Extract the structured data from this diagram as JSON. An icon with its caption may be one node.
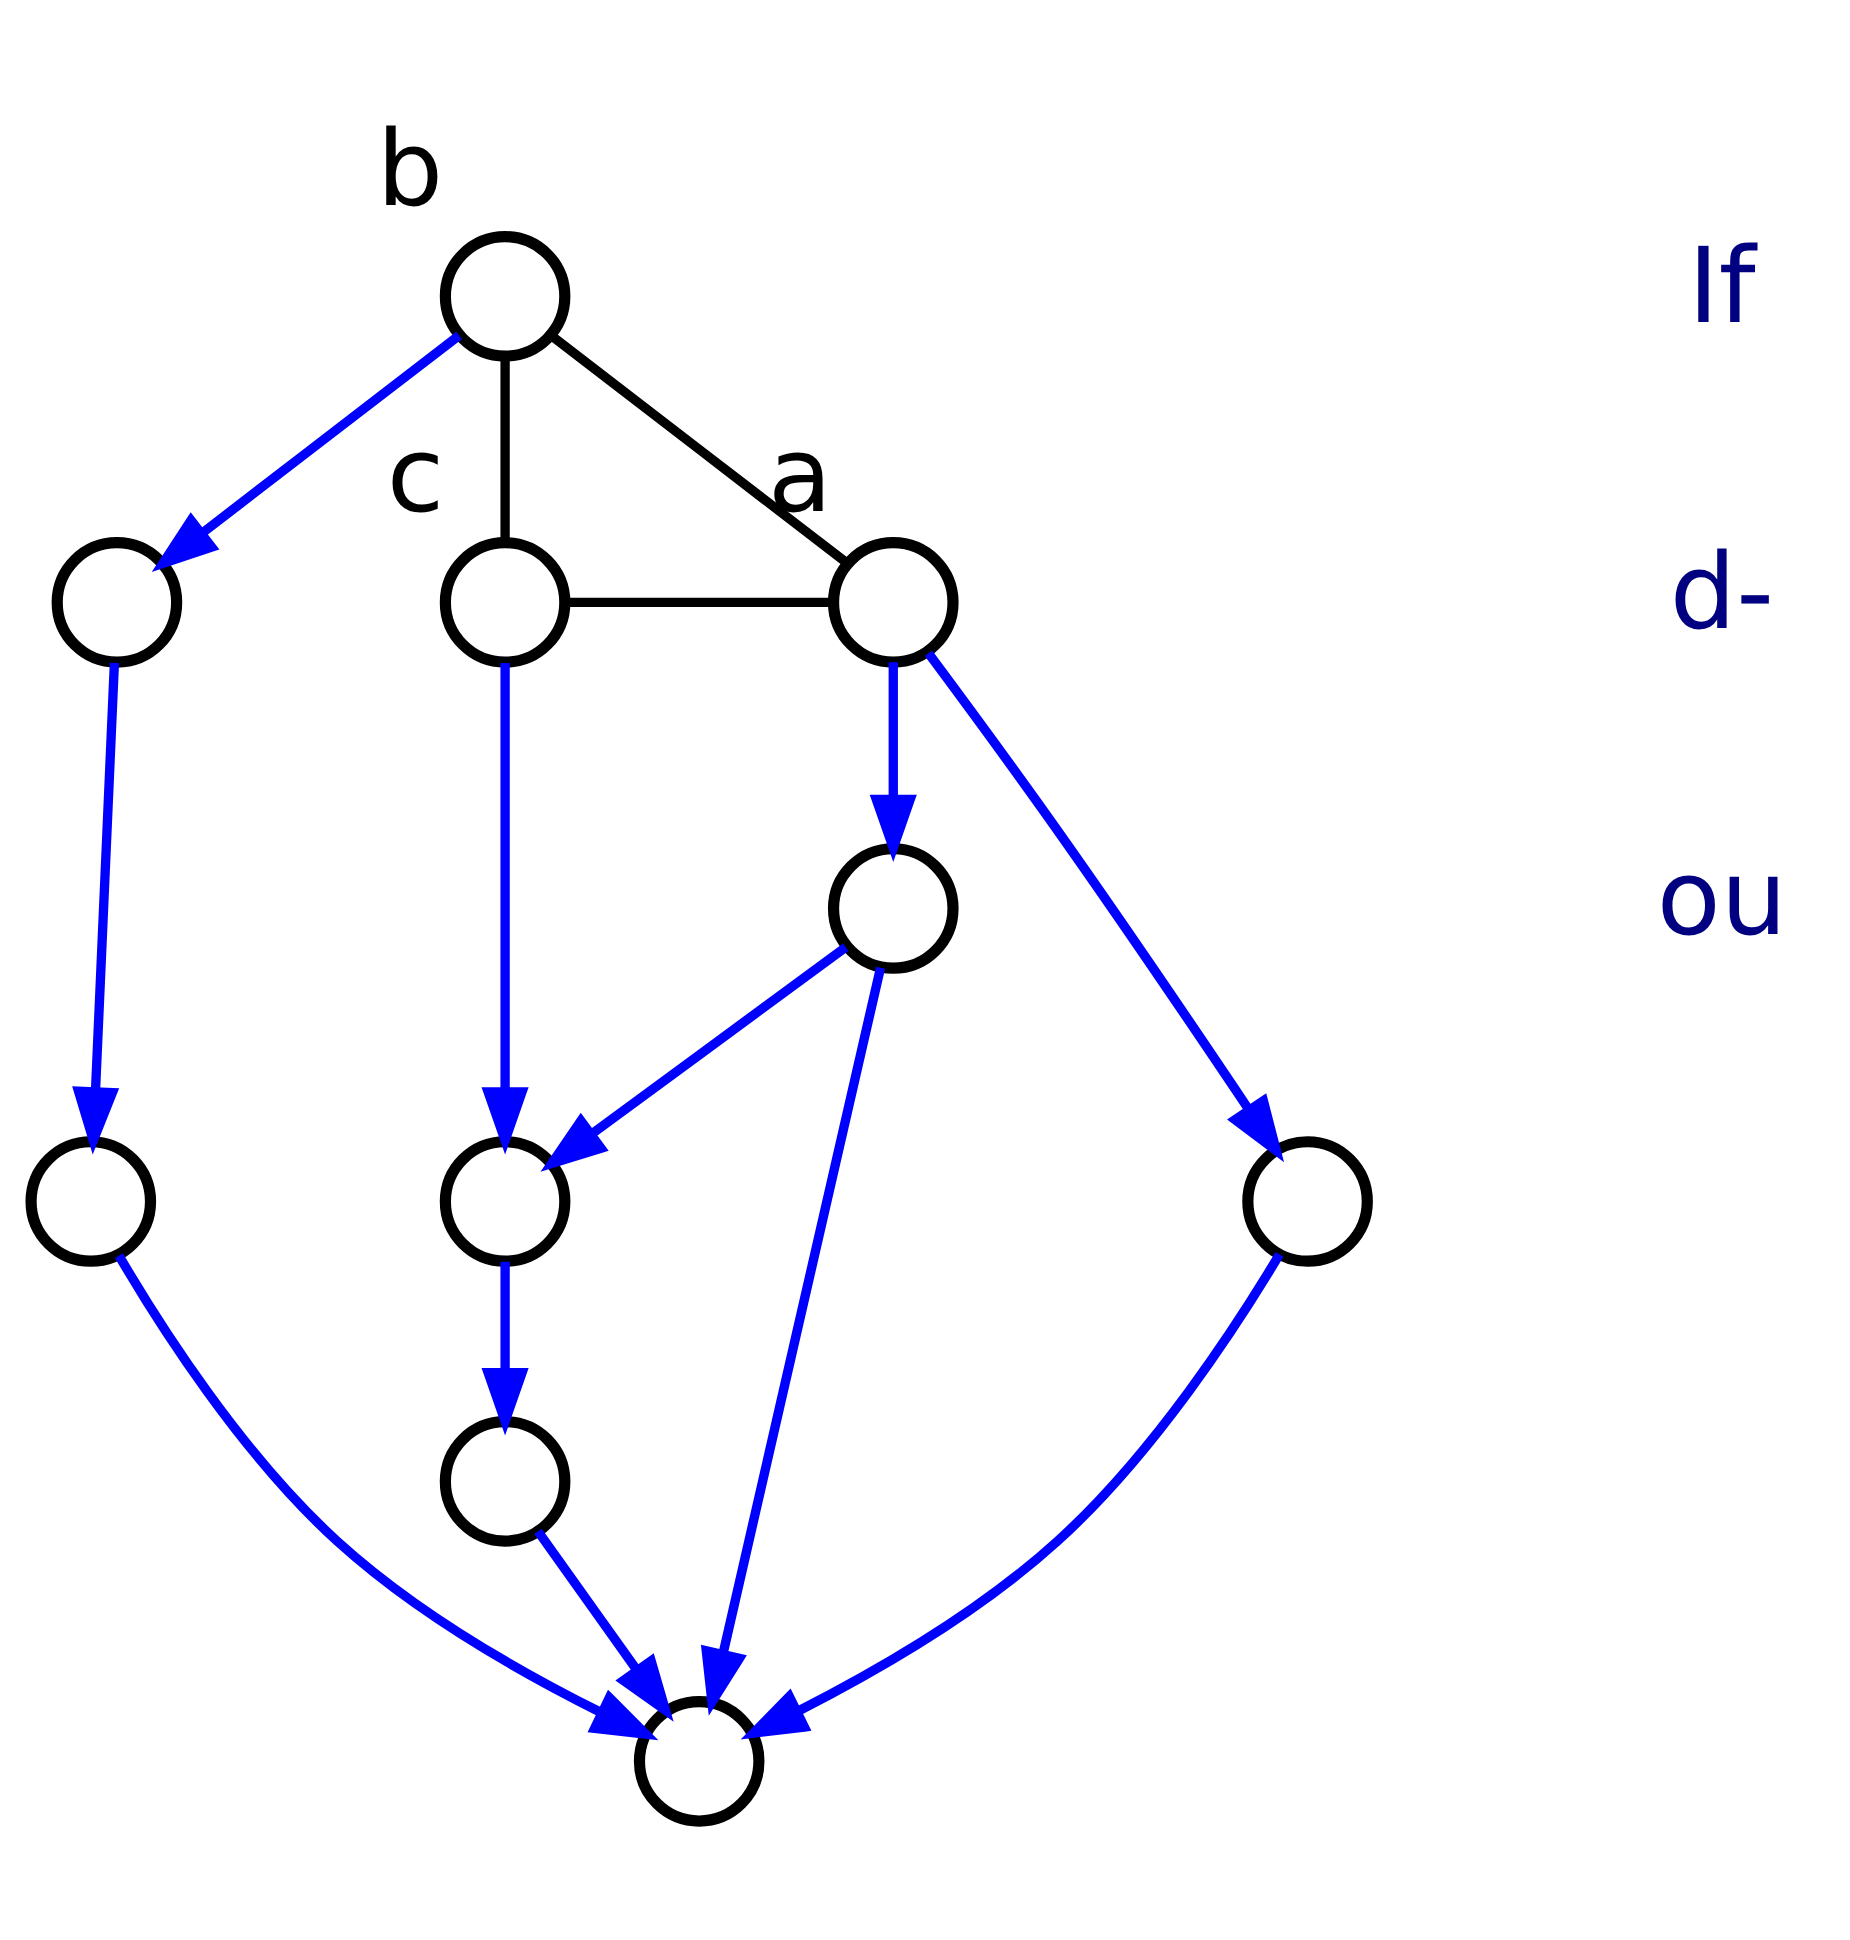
{
  "diagram": {
    "nodes": [
      {
        "text": [],
        "shape": "circle",
        "beside": [
          "b"
        ]
      },
      {
        "text": [],
        "shape": "circle",
        "beside": [
          "a"
        ]
      },
      {
        "text": [],
        "shape": "circle",
        "beside": [
          "c"
        ]
      },
      {
        "text": [],
        "shape": "circle"
      },
      {
        "text": [],
        "shape": "circle"
      },
      {
        "text": [],
        "shape": "circle"
      },
      {
        "text": [],
        "shape": "circle"
      },
      {
        "text": [],
        "shape": "circle"
      },
      {
        "text": [],
        "shape": "circle"
      },
      {
        "text": [],
        "shape": "circle"
      }
    ],
    "edges": [
      {
        "from": 0,
        "to": 1,
        "arrow": "none",
        "color": "#000000"
      },
      {
        "from": 0,
        "to": 2,
        "arrow": "none",
        "color": "#000000"
      },
      {
        "from": 1,
        "to": 2,
        "arrow": "none",
        "color": "#000000"
      },
      {
        "from": 0,
        "to": 3,
        "arrow": "to"
      },
      {
        "from": 3,
        "to": 5,
        "arrow": "to"
      },
      {
        "from": 1,
        "to": 4,
        "arrow": "to"
      },
      {
        "from": 1,
        "to": 6,
        "arrow": "to"
      },
      {
        "from": 2,
        "to": 7,
        "arrow": "to"
      },
      {
        "from": 4,
        "to": 8,
        "arrow": "to"
      },
      {
        "from": 5,
        "to": 8,
        "arrow": "to"
      },
      {
        "from": 6,
        "to": 7,
        "arrow": "to"
      },
      {
        "from": 6,
        "to": 8,
        "arrow": "to"
      },
      {
        "from": 7,
        "to": 9,
        "arrow": "to"
      },
      {
        "from": 9,
        "to": 8,
        "arrow": "to"
      }
    ],
    "labels": [
      "If",
      "d-",
      "ou"
    ]
  }
}
